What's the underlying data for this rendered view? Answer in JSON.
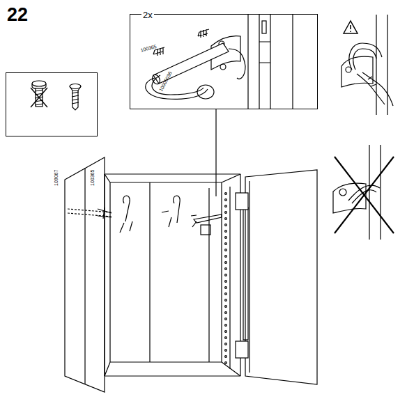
{
  "diagram": {
    "nodes": [
      {
        "text": [
          "109067",
          "100365"
        ]
      },
      {
        "text": [
          "2x",
          "100365",
          "10005036"
        ]
      }
    ],
    "labels": [
      "22"
    ]
  }
}
